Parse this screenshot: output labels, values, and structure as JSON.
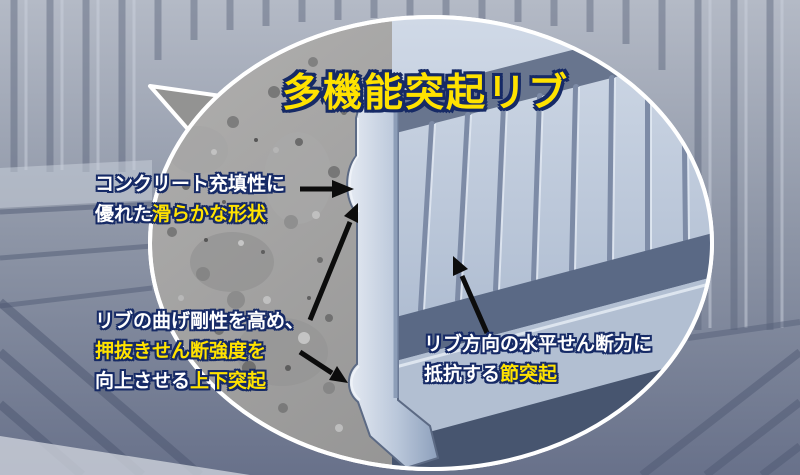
{
  "title": "多機能突起リブ",
  "colors": {
    "highlight_yellow": "#ffe200",
    "text_white": "#ffffff",
    "text_outline_navy": "#162a66",
    "concrete_gray": "#9c9c9c",
    "steel_blue": "#a9b8cf"
  },
  "callouts": {
    "smooth_shape": {
      "line1": "コンクリート充填性に",
      "line2_prefix": "優れた",
      "line2_highlight": "滑らかな形状"
    },
    "updown_protrusion": {
      "line1": "リブの曲げ剛性を高め、",
      "line2_highlight": "押抜きせん断強度を",
      "line3_prefix": "向上させる",
      "line3_highlight": "上下突起"
    },
    "node_protrusion": {
      "line1": "リブ方向の水平せん断力に",
      "line2_prefix": "抵抗する",
      "line2_highlight": "節突起"
    }
  }
}
